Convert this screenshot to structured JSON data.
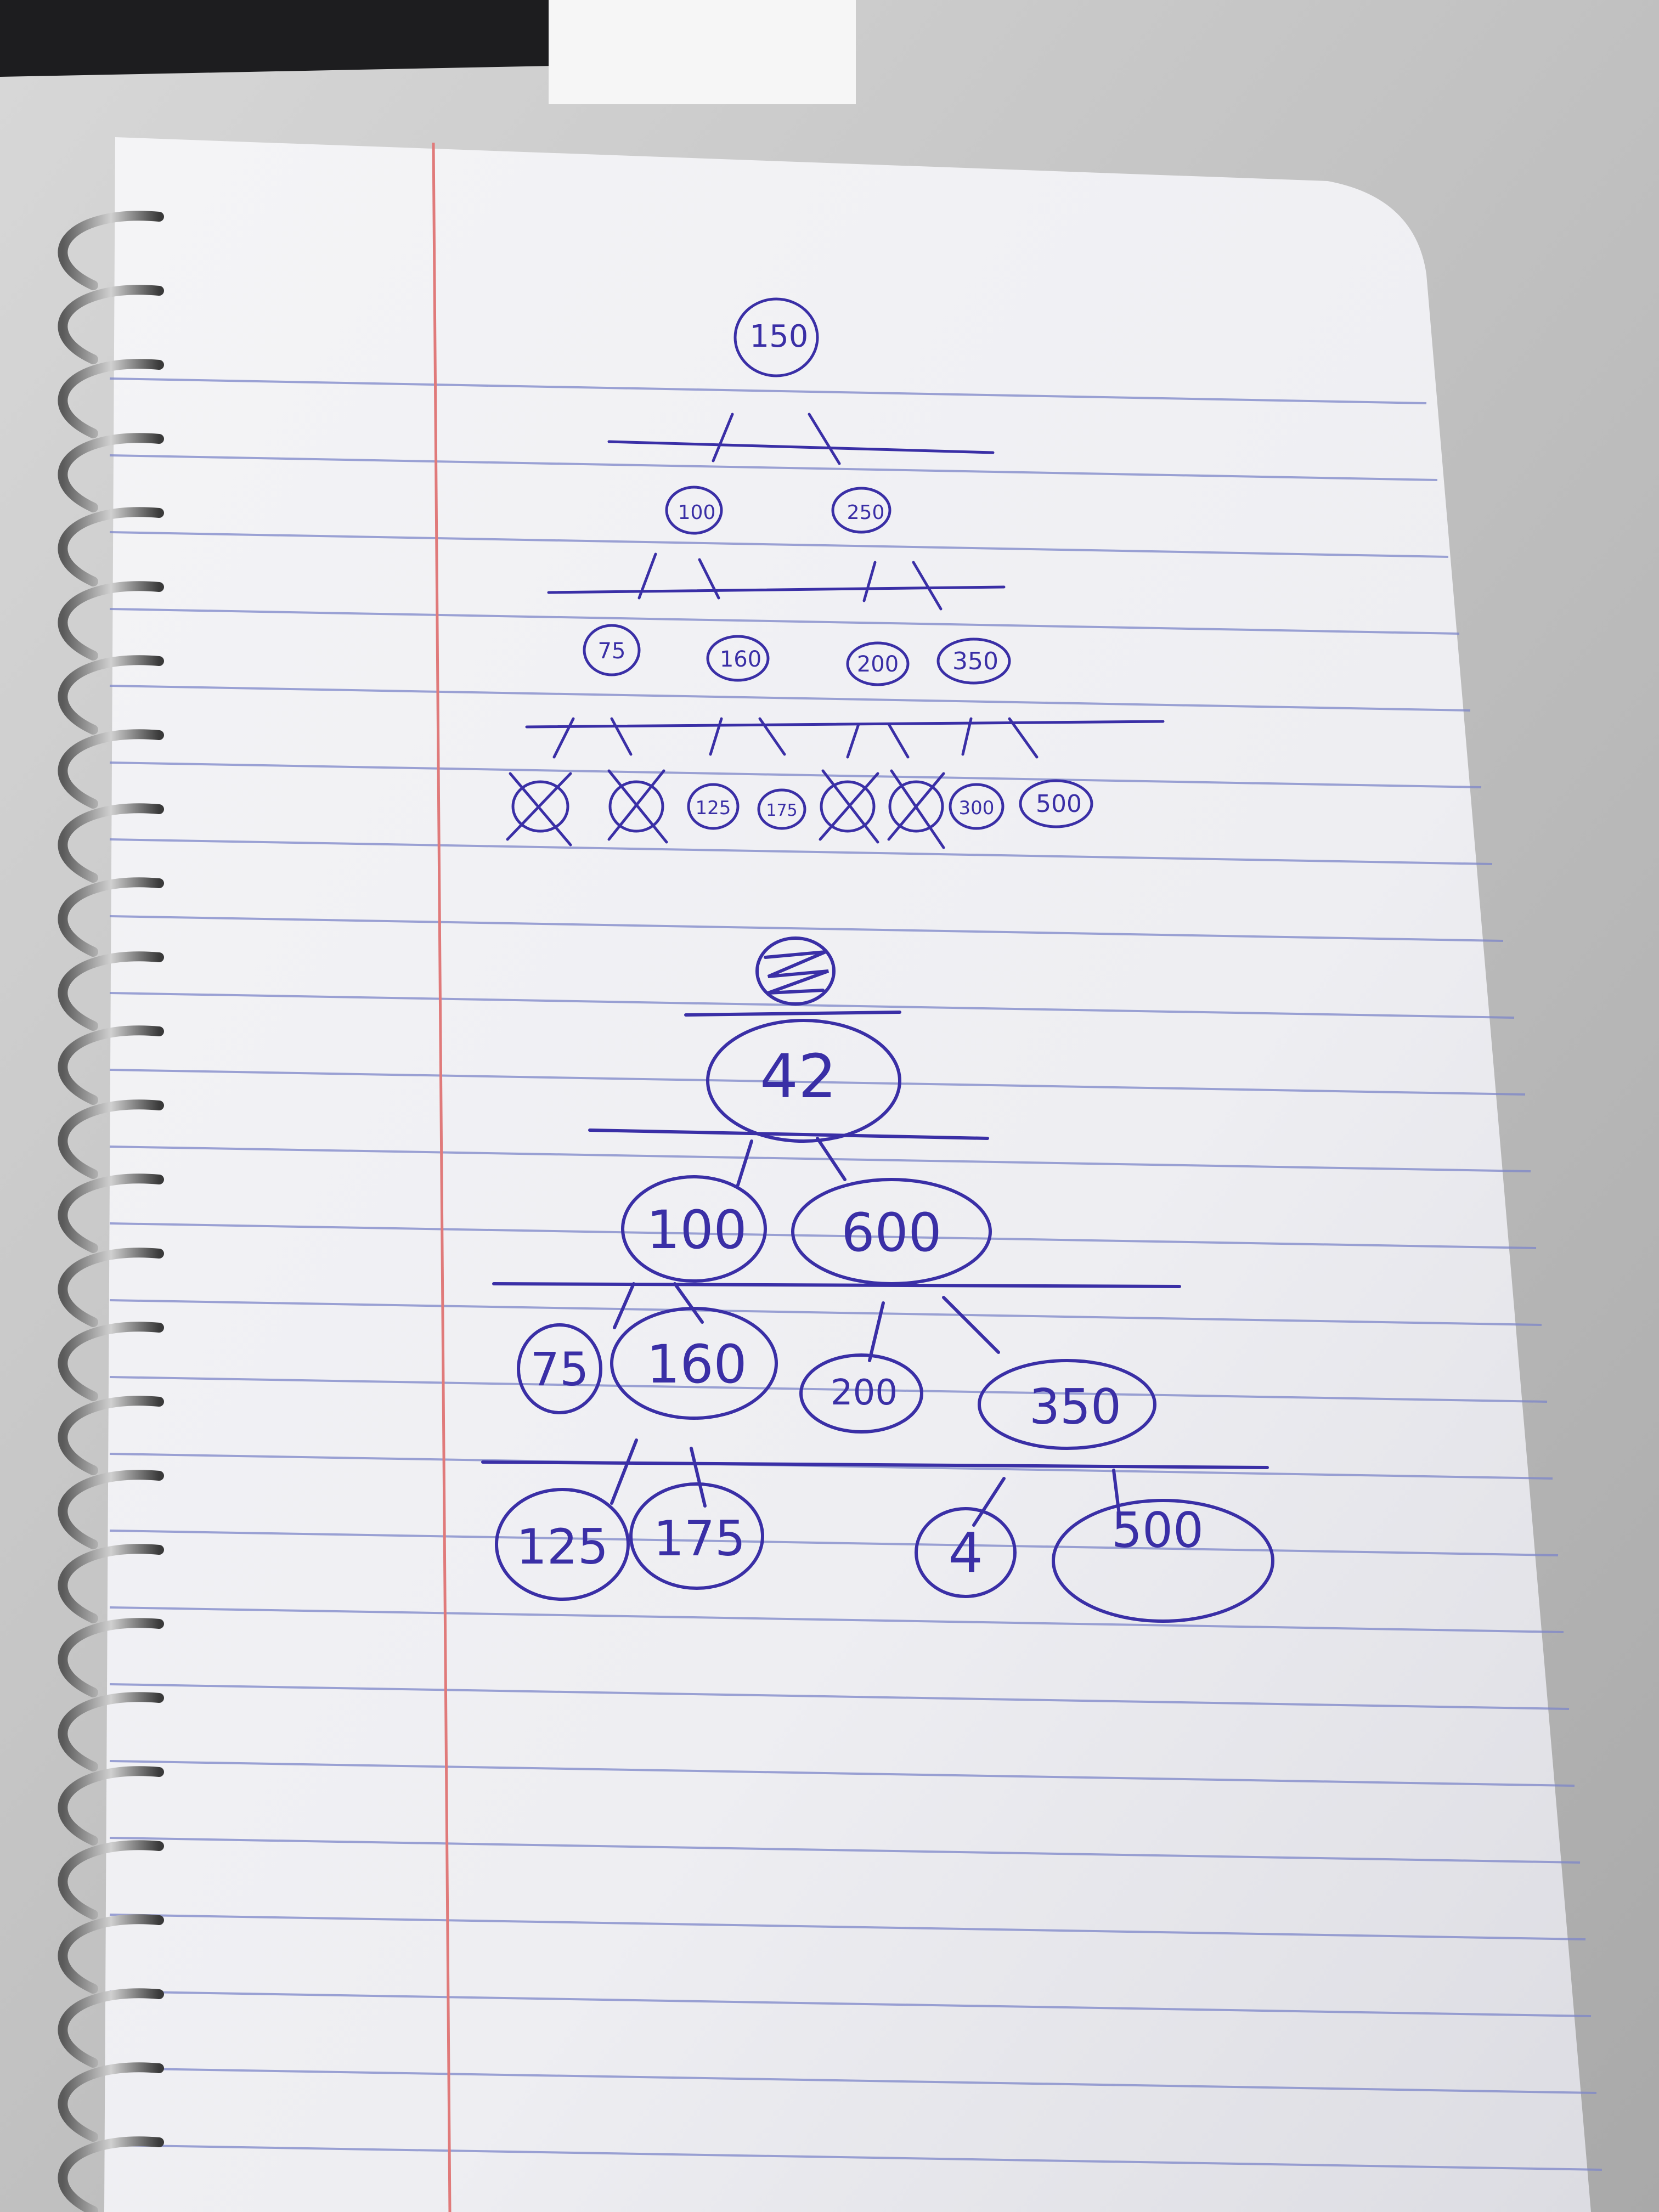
{
  "photo": {
    "subject": "spiral notebook page with hand-drawn trees",
    "ink_color": "#3a2fa6",
    "paper_color": "#f2f2f4",
    "rule_color": "#7d86c9",
    "margin_color": "#e07a7a"
  },
  "tree_top": {
    "root": "150",
    "level1": [
      "100",
      "250"
    ],
    "level2": [
      "75",
      "160",
      "200",
      "350"
    ],
    "level3_kept": [
      "125",
      "175",
      "300",
      "500"
    ]
  },
  "tree_bottom": {
    "root": "42",
    "level1": [
      "100",
      "600"
    ],
    "level2": [
      "75",
      "160",
      "200",
      "350"
    ],
    "level3": [
      "125",
      "175",
      "4",
      "500"
    ]
  }
}
